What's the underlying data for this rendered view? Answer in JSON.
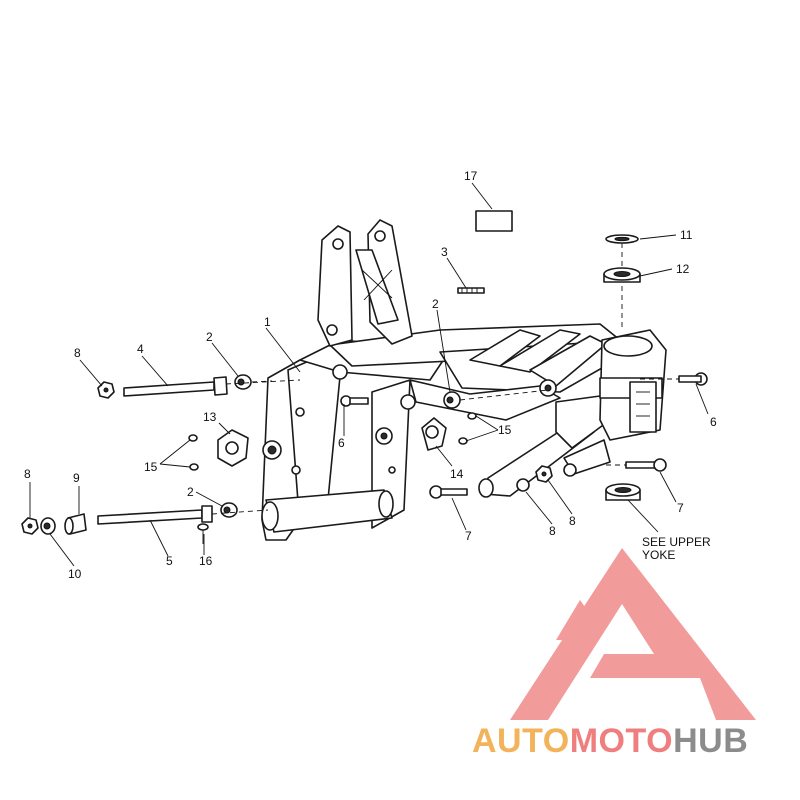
{
  "diagram": {
    "callouts": [
      "1",
      "2",
      "2",
      "2",
      "3",
      "4",
      "5",
      "6",
      "6",
      "7",
      "7",
      "8",
      "8",
      "8",
      "8",
      "9",
      "10",
      "11",
      "12",
      "13",
      "14",
      "15",
      "15",
      "16",
      "17"
    ],
    "note": {
      "line1": "SEE UPPER",
      "line2": "YOKE"
    }
  },
  "watermark": {
    "part1": "AUTO",
    "part2": "MOTO",
    "part3": "HUB",
    "colors": {
      "auto": "#f2b35a",
      "moto": "#ef7f7f",
      "hub": "#8c8c8c",
      "logo": "#f08a8a"
    }
  }
}
